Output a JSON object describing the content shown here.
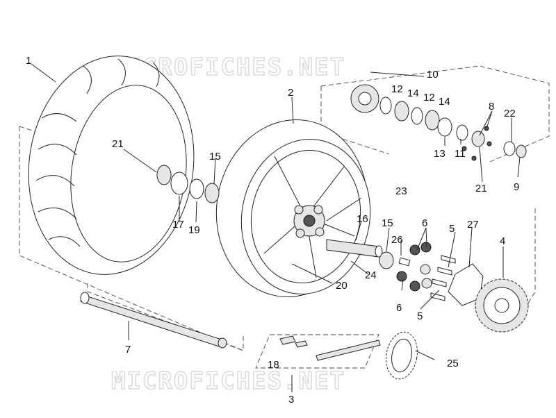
{
  "watermark": {
    "top": "MICROFICHES.NET",
    "bottom": "MICROFICHES.NET"
  },
  "callouts": [
    {
      "id": "c1",
      "label": "1"
    },
    {
      "id": "c2",
      "label": "2"
    },
    {
      "id": "c3",
      "label": "3"
    },
    {
      "id": "c4",
      "label": "4"
    },
    {
      "id": "c5a",
      "label": "5"
    },
    {
      "id": "c5b",
      "label": "5"
    },
    {
      "id": "c6a",
      "label": "6"
    },
    {
      "id": "c6b",
      "label": "6"
    },
    {
      "id": "c7",
      "label": "7"
    },
    {
      "id": "c8",
      "label": "8"
    },
    {
      "id": "c9",
      "label": "9"
    },
    {
      "id": "c10",
      "label": "10"
    },
    {
      "id": "c11",
      "label": "11"
    },
    {
      "id": "c12a",
      "label": "12"
    },
    {
      "id": "c12b",
      "label": "12"
    },
    {
      "id": "c13",
      "label": "13"
    },
    {
      "id": "c14a",
      "label": "14"
    },
    {
      "id": "c14b",
      "label": "14"
    },
    {
      "id": "c15a",
      "label": "15"
    },
    {
      "id": "c15b",
      "label": "15"
    },
    {
      "id": "c16",
      "label": "16"
    },
    {
      "id": "c17",
      "label": "17"
    },
    {
      "id": "c18",
      "label": "18"
    },
    {
      "id": "c19",
      "label": "19"
    },
    {
      "id": "c20",
      "label": "20"
    },
    {
      "id": "c21a",
      "label": "21"
    },
    {
      "id": "c21b",
      "label": "21"
    },
    {
      "id": "c22",
      "label": "22"
    },
    {
      "id": "c23",
      "label": "23"
    },
    {
      "id": "c24",
      "label": "24"
    },
    {
      "id": "c25",
      "label": "25"
    },
    {
      "id": "c26",
      "label": "26"
    },
    {
      "id": "c27",
      "label": "27"
    }
  ]
}
